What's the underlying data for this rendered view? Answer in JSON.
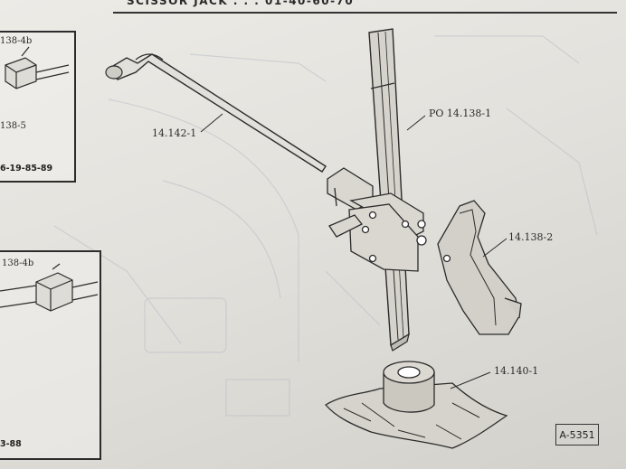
{
  "header": {
    "title": "SCISSOR JACK . . . 01-40-60-70"
  },
  "inset_top": {
    "part_a": "138-4b",
    "part_b": "138-5",
    "figure_ref": "6-19-85-89"
  },
  "inset_bottom": {
    "part_a": "138-4b",
    "figure_ref": "3-88"
  },
  "callouts": {
    "handle": "14.142-1",
    "post": "PO 14.138-1",
    "bracket": "14.138-2",
    "base": "14.140-1"
  },
  "figure_id": "A-5351",
  "colors": {
    "ink": "#2b2b2b",
    "paper": "#e8e6e1"
  }
}
